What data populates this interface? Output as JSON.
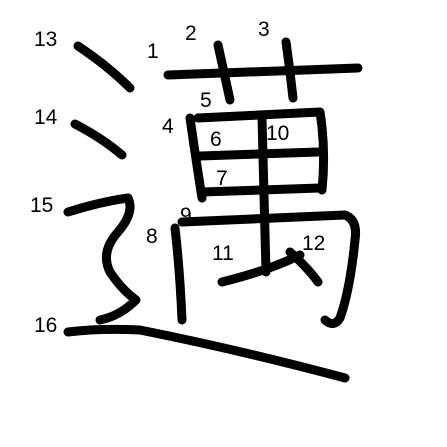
{
  "character": "邁",
  "ink_color": "#000000",
  "stroke_numbers": [
    "1",
    "2",
    "3",
    "4",
    "5",
    "6",
    "7",
    "8",
    "9",
    "10",
    "11",
    "12",
    "13",
    "14",
    "15",
    "16"
  ]
}
